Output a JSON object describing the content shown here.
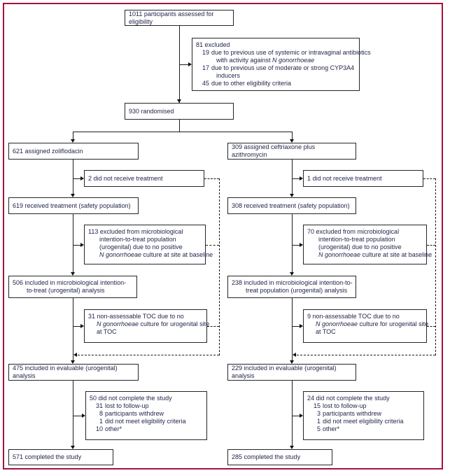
{
  "meta": {
    "frame_color": "#A8113C",
    "text_color": "#1F2348",
    "line_color": "#1C1C1C"
  },
  "flow": {
    "assessed": "1011 participants assessed for eligibility",
    "excluded": {
      "title": "81 excluded",
      "items": [
        {
          "num": "19",
          "text": "due to previous use of systemic or intravaginal antibiotics",
          "cont_pre": "with activity against ",
          "cont_italic": "N gonorrhoeae"
        },
        {
          "num": "17",
          "text": "due to previous use of moderate or strong CYP3A4",
          "cont": "inducers"
        },
        {
          "num": "45",
          "text": "due to other eligibility criteria"
        }
      ]
    },
    "randomised": "930 randomised",
    "left": {
      "assigned": "621 assigned zoliflodacin",
      "not_treated": "2 did not receive treatment",
      "received": "619 received treatment (safety population)",
      "ex_mitt": {
        "l1": "113 excluded from microbiological",
        "l2": "intention-to-treat population",
        "l3": "(urogenital) due to no positive",
        "l4i": "N gonorrhoeae",
        "l4": " culture at site at baseline"
      },
      "inc_mitt": {
        "l1": "506 included in microbiological intention-",
        "l2": "to-treat (urogenital) analysis"
      },
      "non_toc": {
        "l1": "31 non-assessable TOC due to no",
        "l2i": "N gonorrhoeae",
        "l2": " culture for urogenital site",
        "l3": "at TOC"
      },
      "evaluable": "475 included in evaluable (urogenital) analysis",
      "not_complete": {
        "title": "50 did not complete the study",
        "items": [
          {
            "num": "31",
            "text": "lost to follow-up"
          },
          {
            "num": "8",
            "text": "participants withdrew"
          },
          {
            "num": "1",
            "text": "did not meet eligibility criteria"
          },
          {
            "num": "10",
            "text": "other*"
          }
        ]
      },
      "completed": "571 completed the study"
    },
    "right": {
      "assigned": "309 assigned ceftriaxone plus azithromycin",
      "not_treated": "1 did not receive treatment",
      "received": "308 received treatment (safety population)",
      "ex_mitt": {
        "l1": "70 excluded from microbiological",
        "l2": "intention-to-treat population",
        "l3": "(urogenital) due to no positive",
        "l4i": "N gonorrhoeae",
        "l4": " culture at site at baseline"
      },
      "inc_mitt": {
        "l1": "238 included in microbiological intention-to-",
        "l2": "treat population (urogenital) analysis"
      },
      "non_toc": {
        "l1": "9 non-assessable TOC due to no",
        "l2i": "N gonorrhoeae",
        "l2": " culture for urogenital site",
        "l3": "at TOC"
      },
      "evaluable": "229 included in evaluable (urogenital) analysis",
      "not_complete": {
        "title": "24 did not complete the study",
        "items": [
          {
            "num": "15",
            "text": "lost to follow-up"
          },
          {
            "num": "3",
            "text": "participants withdrew"
          },
          {
            "num": "1",
            "text": "did not meet eligibility criteria"
          },
          {
            "num": "5",
            "text": "other*"
          }
        ]
      },
      "completed": "285 completed the study"
    }
  }
}
